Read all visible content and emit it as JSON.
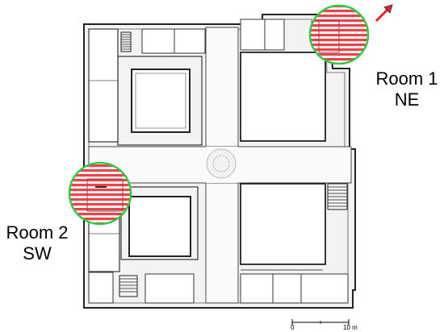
{
  "rooms": [
    {
      "name_line1": "Room 1",
      "name_line2": "NE"
    },
    {
      "name_line1": "Room 2",
      "name_line2": "SW"
    }
  ],
  "scale_bar": {
    "start_label": "0",
    "end_label": "10 m"
  },
  "colors": {
    "highlight_circle": "#2ecc40",
    "hatch_stripe": "#e8212b",
    "north_arrow": "#e8212b",
    "wall": "#222222",
    "floor_fill": "#f3f3f3"
  },
  "icons": {
    "north_arrow": "north-arrow-icon"
  }
}
